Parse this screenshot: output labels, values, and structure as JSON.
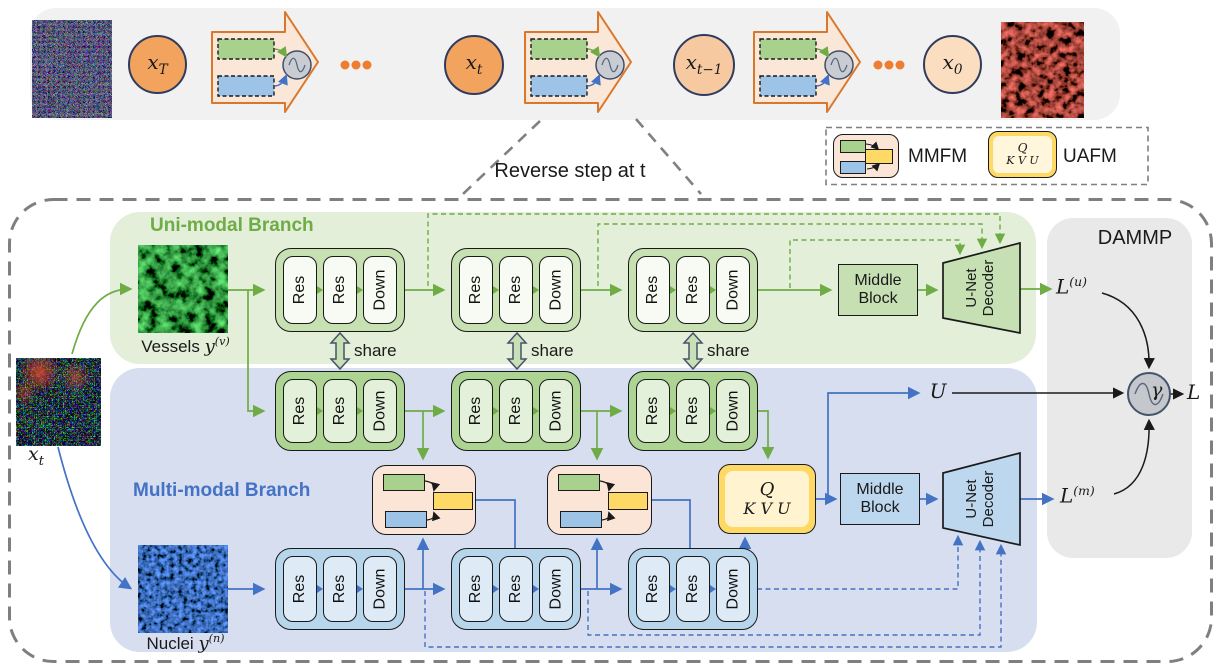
{
  "colors": {
    "orange_accent": "#ED7D31",
    "arrow_fill": "#FBE7D8",
    "arrow_border": "#D9782D",
    "circle_fill_dark": "#F2A35D",
    "circle_fill_mid": "#F7C9A1",
    "circle_fill_light": "#FBDDC0",
    "circle_border": "#2F3C5F",
    "green_accent": "#6FAC46",
    "green_region": "#E3EFD9",
    "green_block": "#C6E0B4",
    "blue_accent": "#4472C4",
    "blue_region": "#D6DEF0",
    "blue_block": "#BDD7EE",
    "peach_block": "#FBE5D6",
    "yellow_block": "#FFD966",
    "yellow_inner": "#FFF3D0",
    "gray_region": "#E9E9E9",
    "dash_gray": "#7F7F7F",
    "node_gray": "#C9CDD3"
  },
  "icons": {
    "reverse_step_node": "sine-wave-circle-icon",
    "gamma_node": "sine-wave-circle-icon"
  },
  "top_flow": {
    "x_T": {
      "base": "x",
      "sub": "T"
    },
    "x_t": {
      "base": "x",
      "sub": "t"
    },
    "x_t_minus_1": {
      "base": "x",
      "sub": "t−1"
    },
    "x_0": {
      "base": "x",
      "sub": "0"
    }
  },
  "annotations": {
    "reverse_step": "Reverse step at t"
  },
  "legend": {
    "mmfm": "MMFM",
    "uafm": "UAFM",
    "uafm_icon": {
      "q": "Q",
      "kvu": "K V U"
    }
  },
  "uni_branch": {
    "title": "Uni-modal Branch",
    "input_label": "Vessels",
    "input_math": {
      "base": "y",
      "sup": "(v)"
    },
    "middle_block": "Middle Block",
    "decoder": {
      "line1": "U-Net",
      "line2": "Decoder"
    },
    "output": {
      "base": "L",
      "sup": "(u)"
    }
  },
  "multi_branch": {
    "title": "Multi-modal Branch",
    "input_label": "Nuclei",
    "input_math": {
      "base": "y",
      "sup": "(n)"
    },
    "middle_block": "Middle Block",
    "decoder": {
      "line1": "U-Net",
      "line2": "Decoder"
    },
    "output": {
      "base": "L",
      "sup": "(m)"
    },
    "u_label": "U",
    "uafm_block": {
      "q": "Q",
      "kvu": "K V U"
    }
  },
  "side_input": {
    "base": "x",
    "sub": "t"
  },
  "dammp": {
    "title": "DAMMP",
    "gamma": "γ",
    "final_output": "L"
  },
  "blocks": {
    "res": "Res",
    "down": "Down"
  },
  "share_label": "share"
}
